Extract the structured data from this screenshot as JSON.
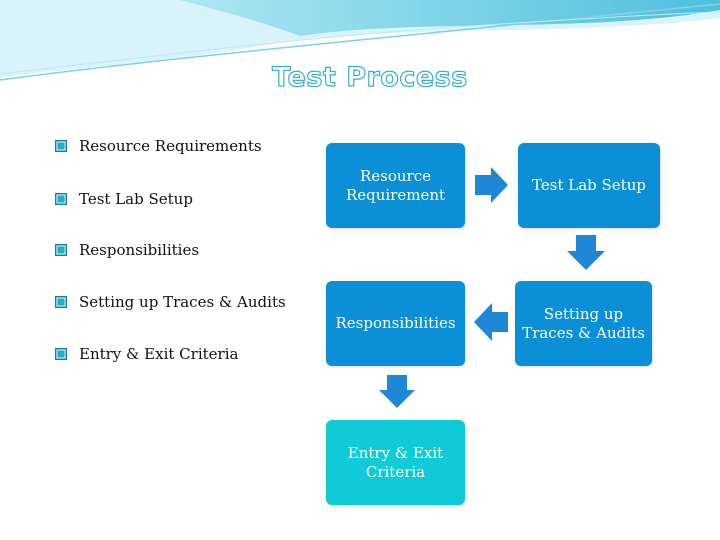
{
  "title": "Test Process",
  "bullets": [
    "Resource Requirements",
    "Test Lab Setup",
    "Responsibilities",
    "Setting up Traces & Audits",
    "Entry & Exit Criteria"
  ],
  "process": {
    "resource_requirement": "Resource Requirement",
    "test_lab_setup": "Test Lab Setup",
    "setting_up_traces": "Setting up Traces & Audits",
    "responsibilities": "Responsibilities",
    "entry_exit": "Entry & Exit Criteria"
  },
  "colors": {
    "box_blue": "#0b8fd6",
    "box_teal": "#0fcbd8",
    "arrow": "#1e88d6",
    "bullet_icon": "#2aa8c4",
    "title_outline": "#3ab0c8"
  }
}
